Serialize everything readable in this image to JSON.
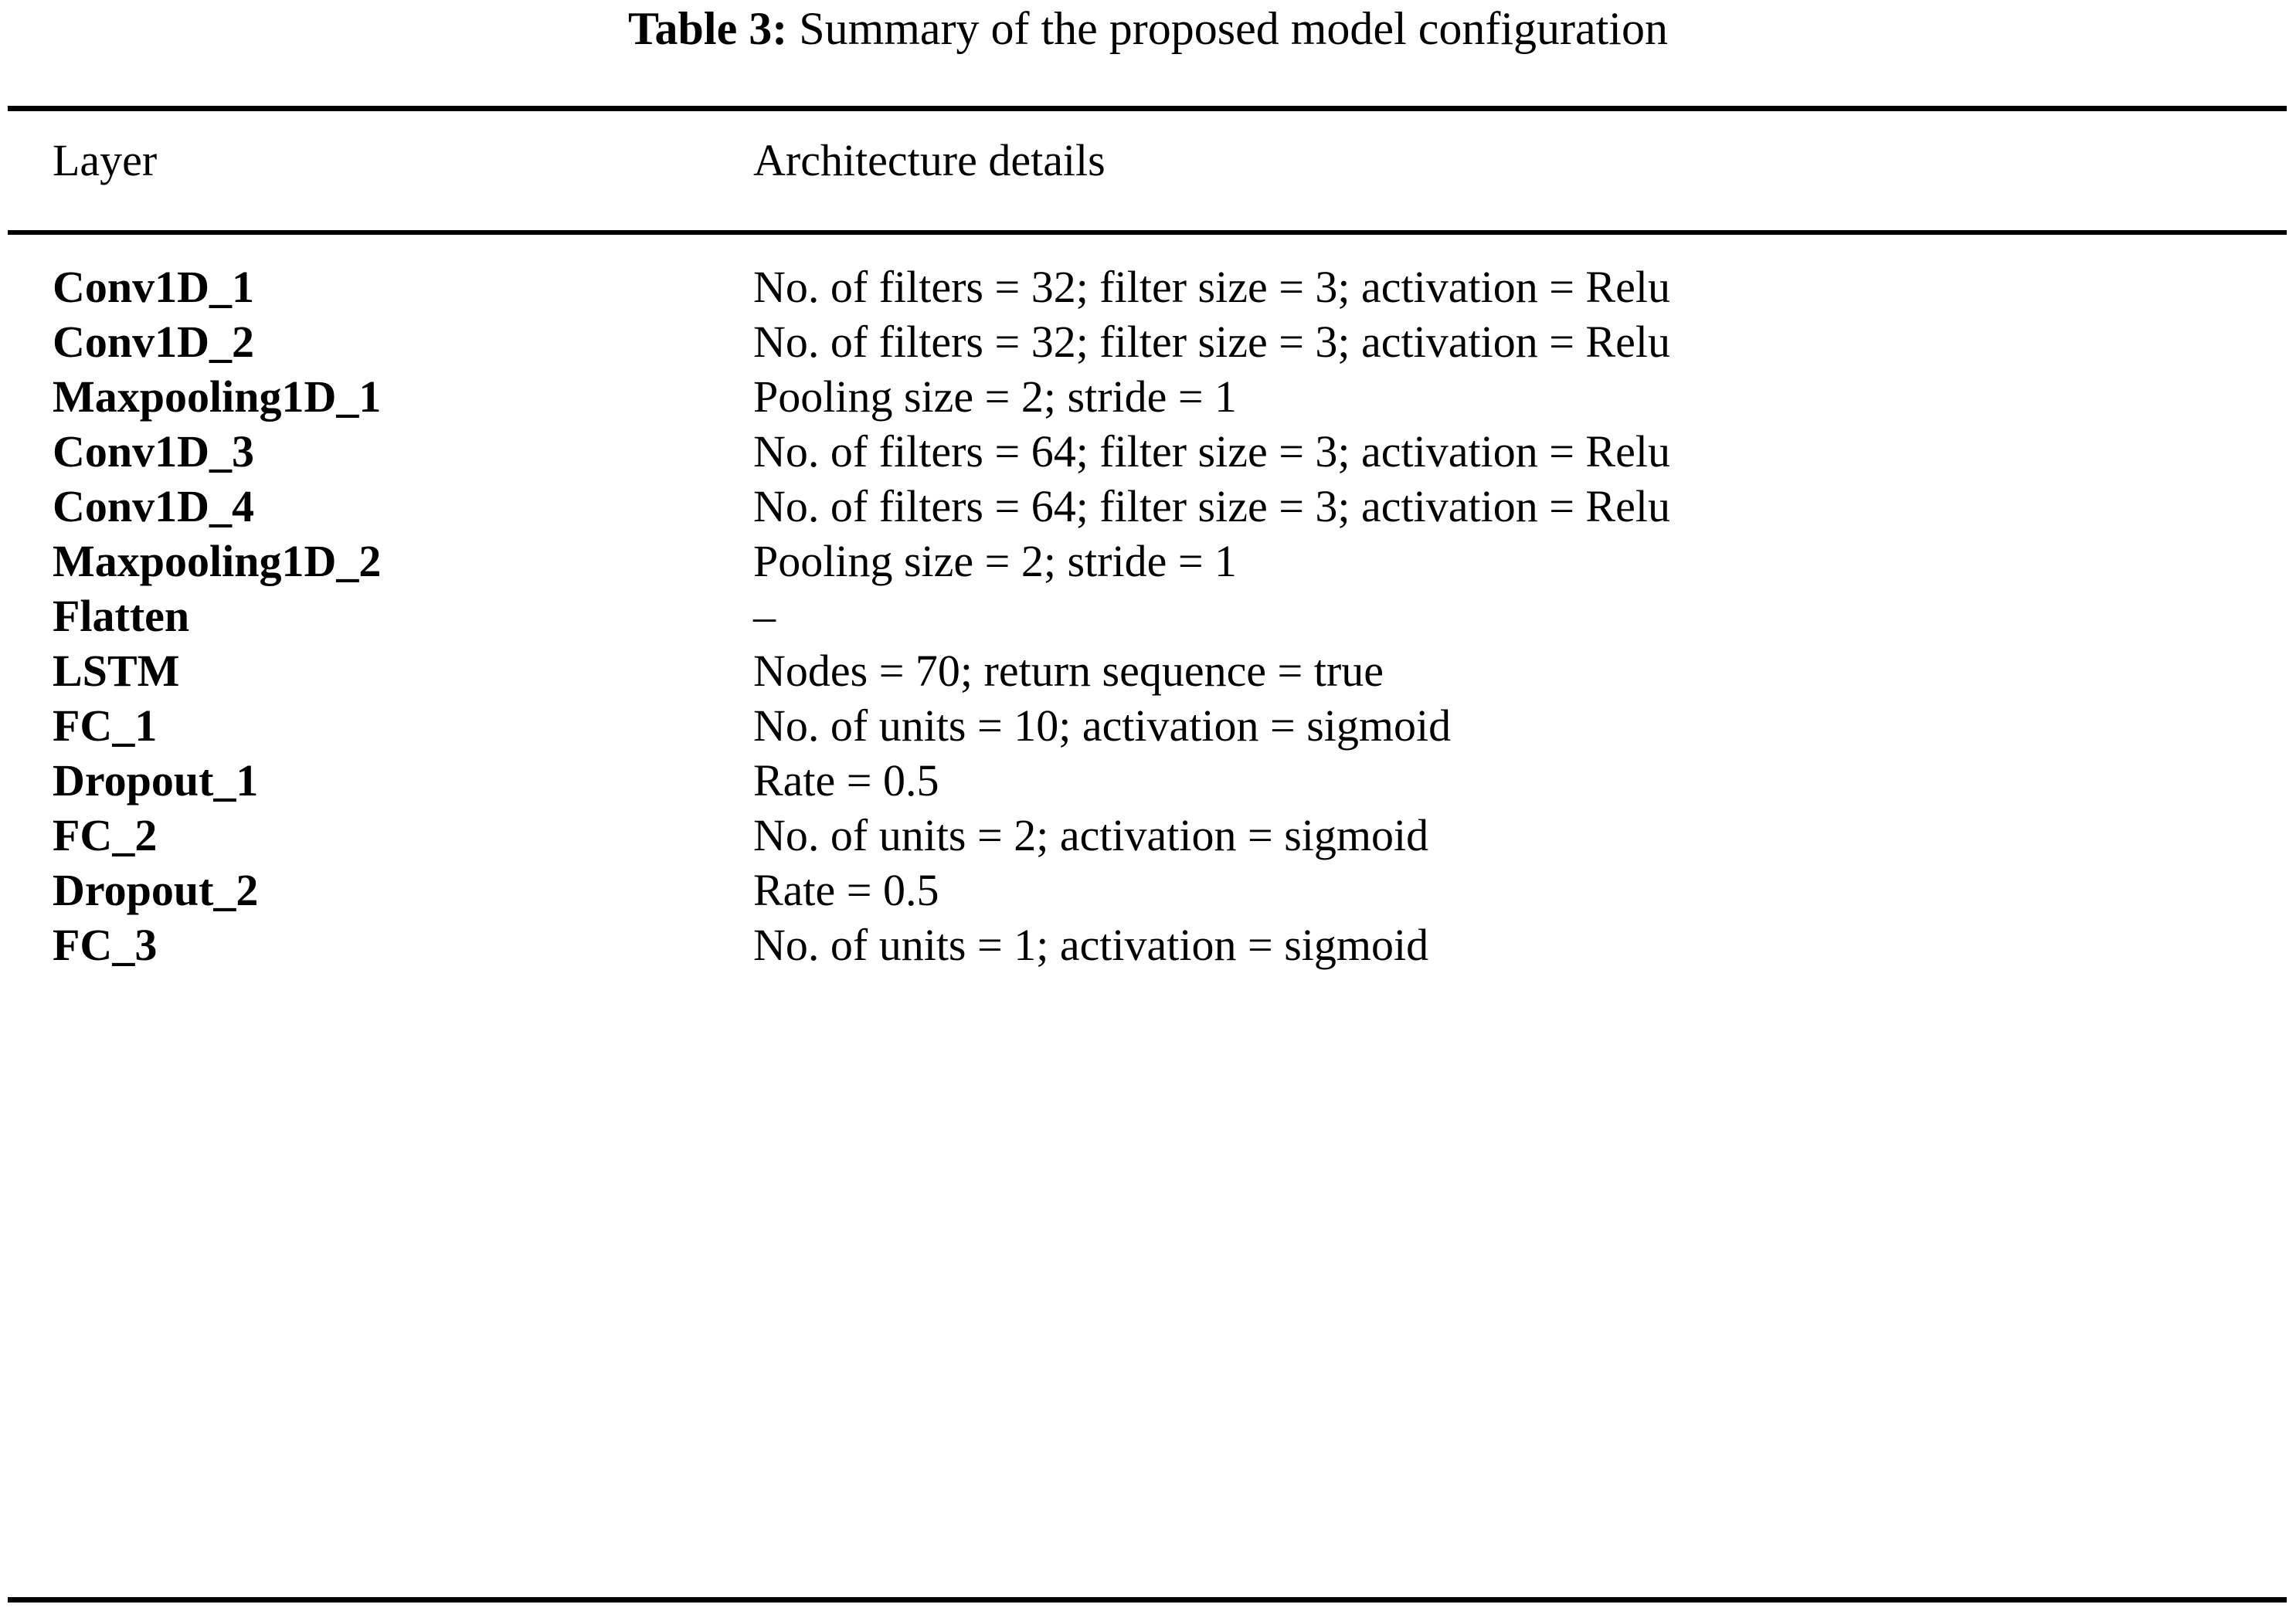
{
  "caption": {
    "label": "Table 3:",
    "text": "Summary of the proposed model configuration"
  },
  "table": {
    "columns": [
      {
        "key": "layer",
        "header": "Layer"
      },
      {
        "key": "detail",
        "header": "Architecture details"
      }
    ],
    "rows": [
      {
        "layer": "Conv1D_1",
        "detail": "No. of filters = 32; filter size = 3; activation = Relu"
      },
      {
        "layer": "Conv1D_2",
        "detail": "No. of filters = 32; filter size = 3; activation = Relu"
      },
      {
        "layer": "Maxpooling1D_1",
        "detail": "Pooling size = 2; stride = 1"
      },
      {
        "layer": "Conv1D_3",
        "detail": "No. of filters = 64; filter size = 3; activation = Relu"
      },
      {
        "layer": "Conv1D_4",
        "detail": "No. of filters = 64; filter size = 3; activation = Relu"
      },
      {
        "layer": "Maxpooling1D_2",
        "detail": "Pooling size = 2; stride = 1"
      },
      {
        "layer": "Flatten",
        "detail": "–"
      },
      {
        "layer": "LSTM",
        "detail": "Nodes = 70; return sequence = true"
      },
      {
        "layer": "FC_1",
        "detail": "No. of units = 10; activation = sigmoid"
      },
      {
        "layer": "Dropout_1",
        "detail": "Rate = 0.5"
      },
      {
        "layer": "FC_2",
        "detail": "No. of units = 2; activation = sigmoid"
      },
      {
        "layer": "Dropout_2",
        "detail": "Rate = 0.5"
      },
      {
        "layer": "FC_3",
        "detail": "No. of units = 1; activation = sigmoid"
      }
    ]
  },
  "style": {
    "rule_color": "#000000",
    "text_color": "#000000",
    "background": "#ffffff"
  }
}
